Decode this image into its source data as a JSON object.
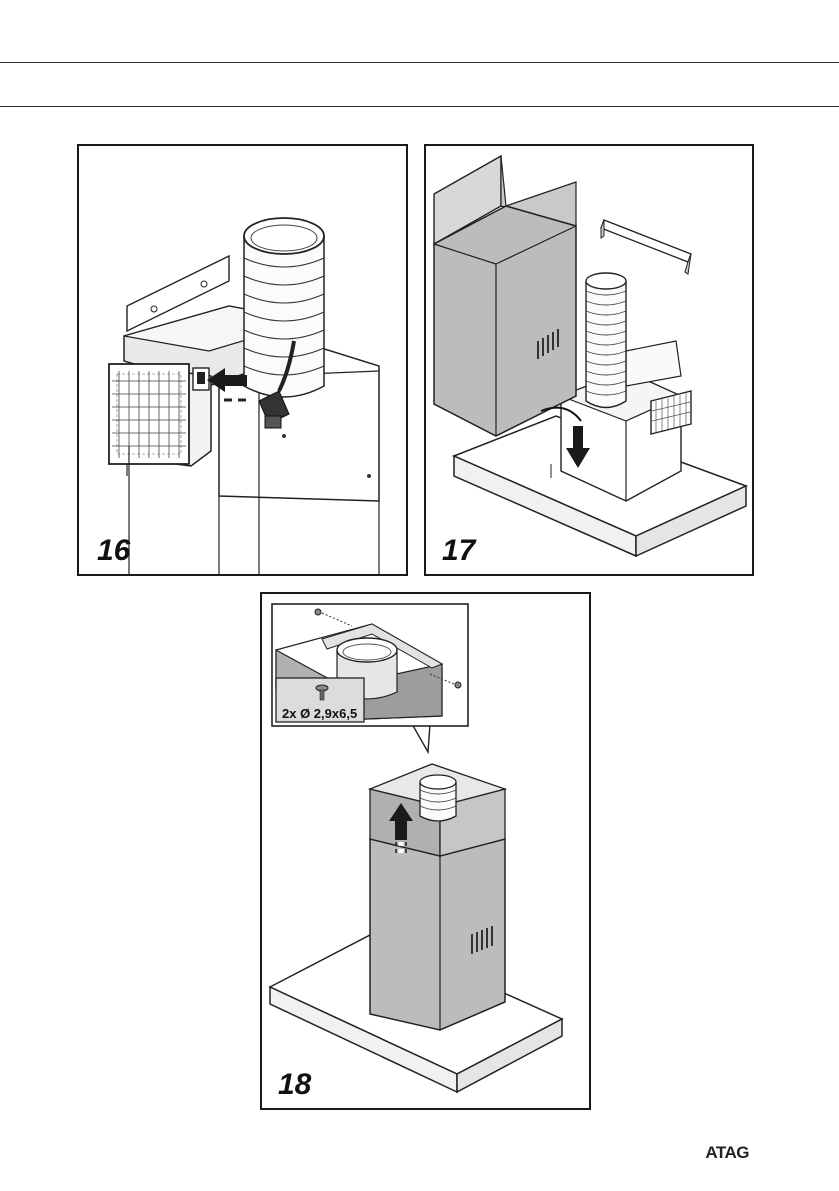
{
  "figures": [
    {
      "number": "16"
    },
    {
      "number": "17"
    },
    {
      "number": "18",
      "screw_spec": "2x Ø 2,9x6,5"
    }
  ],
  "footer": {
    "brand": "ATAG"
  },
  "colors": {
    "duct_grey": "#b7b7b7",
    "panel_border": "#1a1a1a",
    "arrow": "#1a1a1a"
  }
}
